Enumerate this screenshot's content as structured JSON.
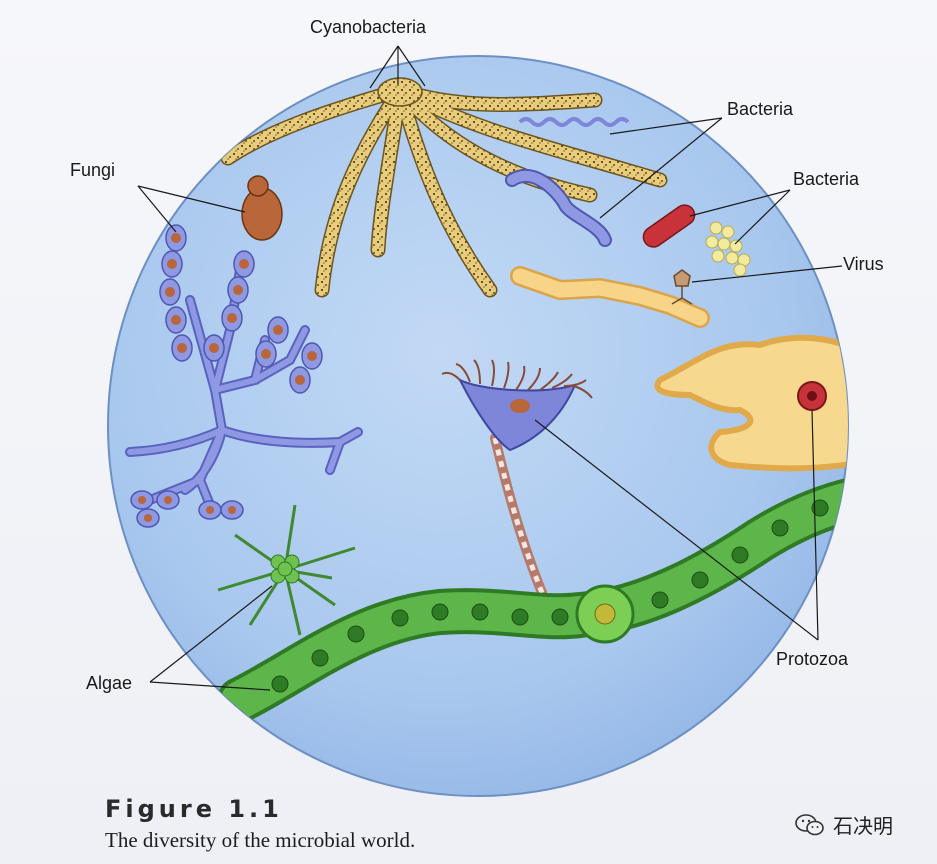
{
  "labels": {
    "cyanobacteria": "Cyanobacteria",
    "fungi": "Fungi",
    "bacteria_1": "Bacteria",
    "bacteria_2": "Bacteria",
    "virus": "Virus",
    "protozoa": "Protozoa",
    "algae": "Algae"
  },
  "caption": {
    "figure_number": "Figure 1.1",
    "text": "The diversity of the microbial world."
  },
  "watermark": {
    "icon": "wechat-icon",
    "text": "石决明"
  },
  "colors": {
    "field": "#a9c8ee",
    "field_edge": "#6d8fc4",
    "fungi": "#7d86d9",
    "spore": "#b8663a",
    "cyano": "#e8cc7a",
    "algae": "#4fa83a",
    "protozoa": "#f3c66e",
    "bacteria_red": "#c8333a"
  }
}
